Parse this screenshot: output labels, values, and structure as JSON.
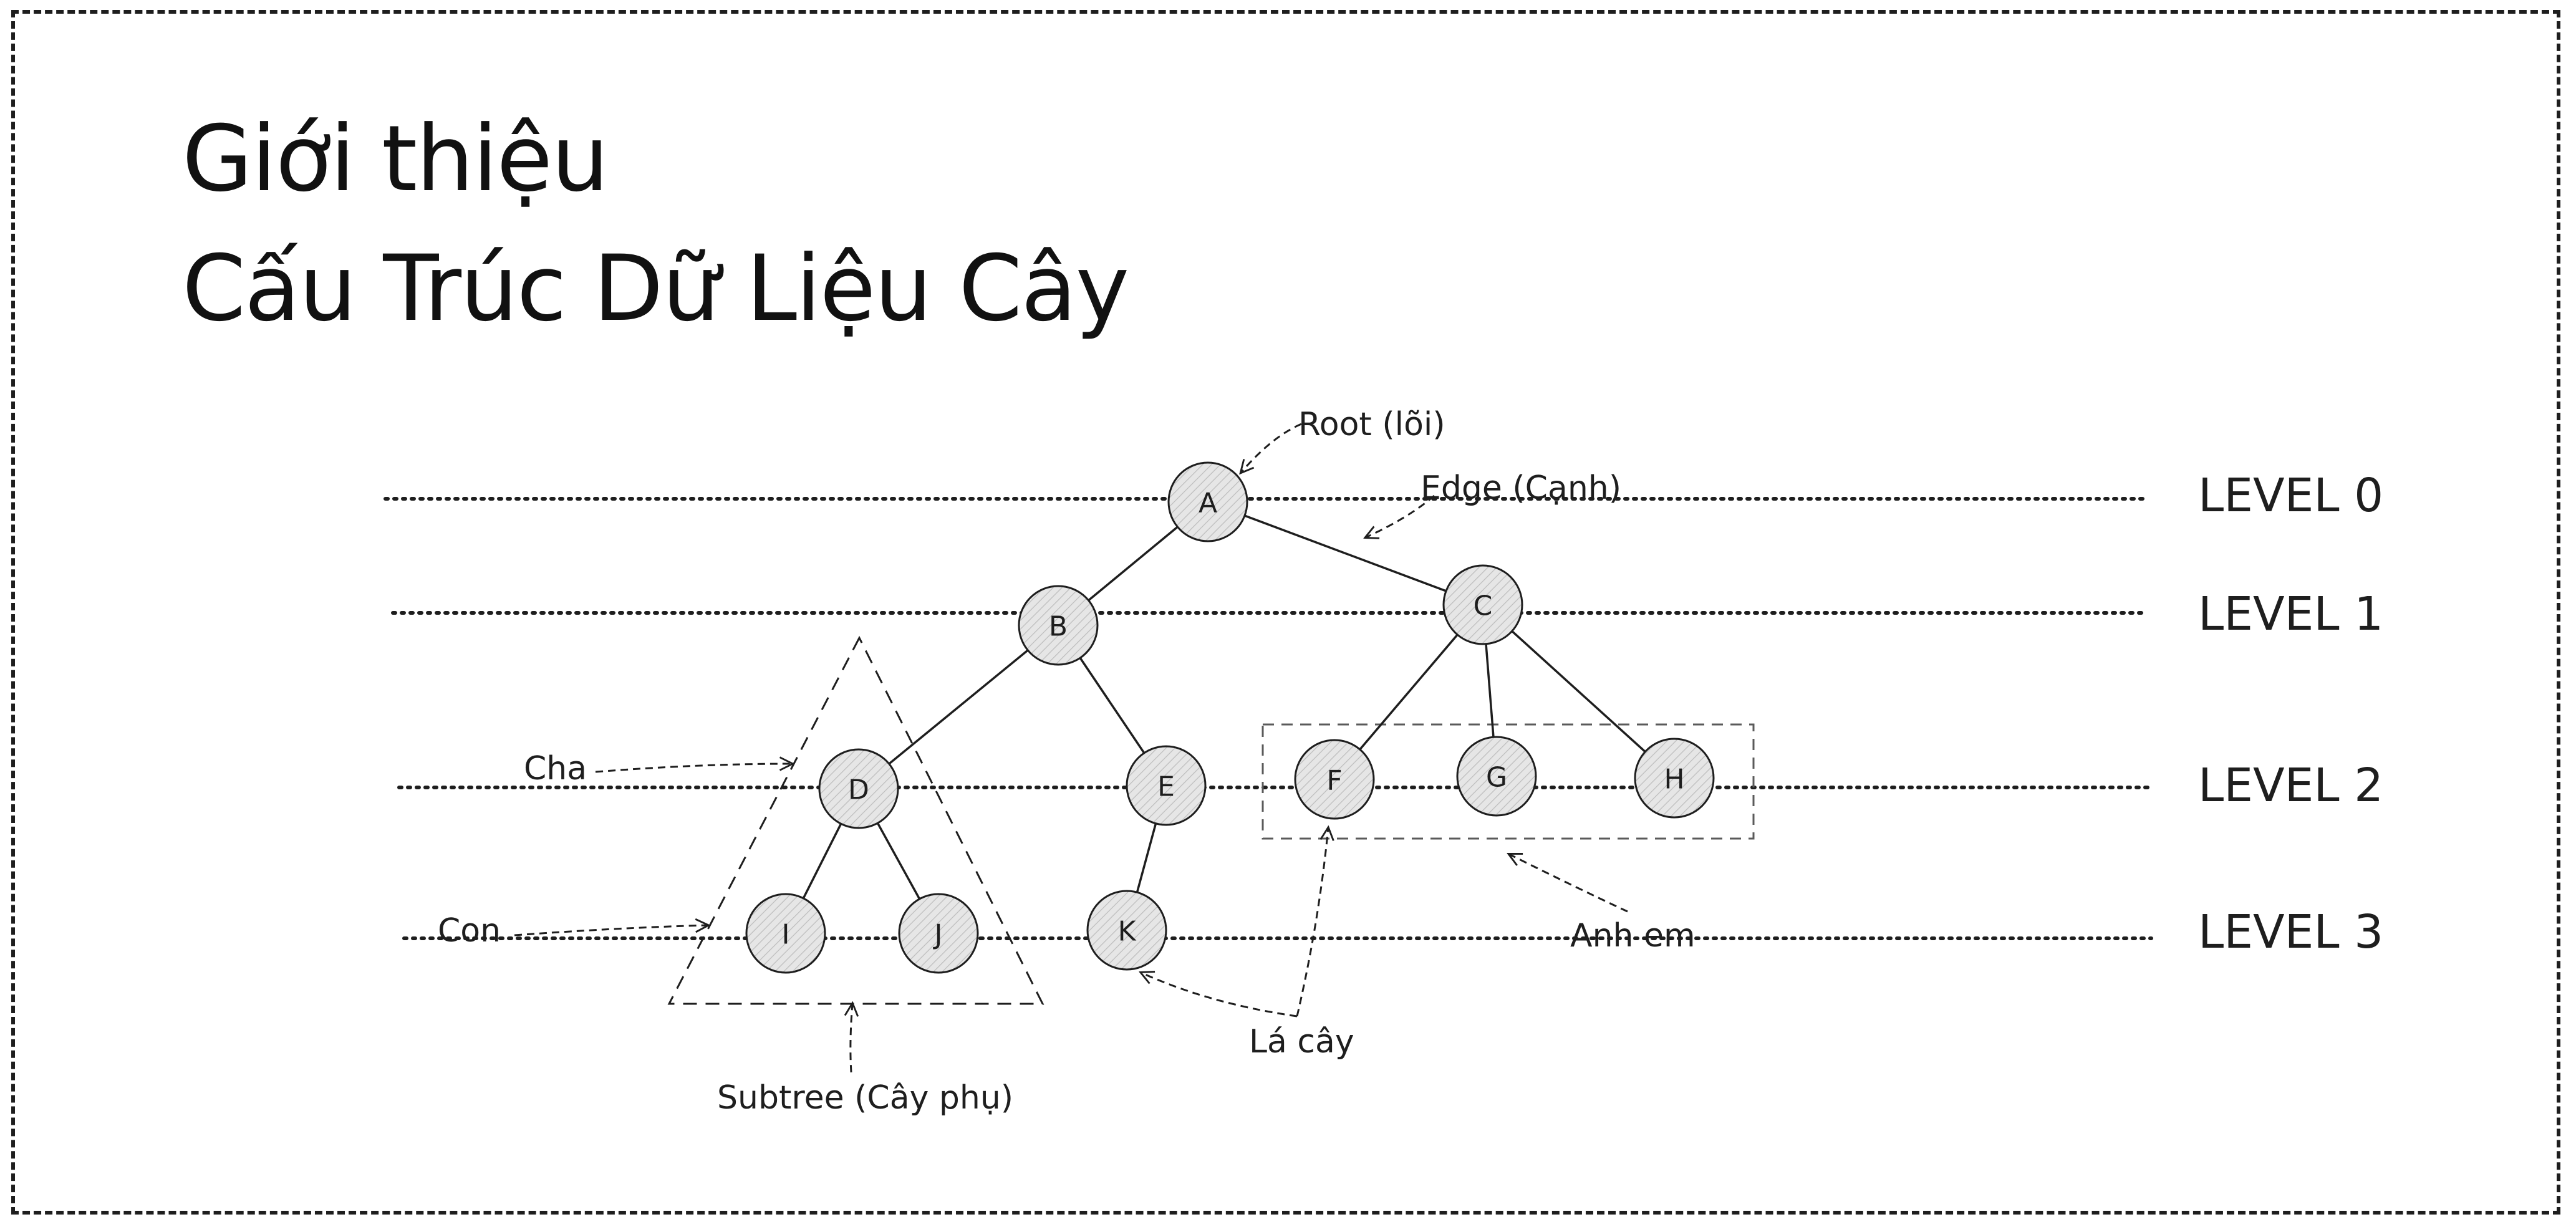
{
  "title": {
    "line1": "Giới thiệu",
    "line2": "Cấu Trúc Dữ Liệu Cây"
  },
  "levels": [
    "LEVEL 0",
    "LEVEL 1",
    "LEVEL 2",
    "LEVEL 3"
  ],
  "nodes": [
    "A",
    "B",
    "C",
    "D",
    "E",
    "F",
    "G",
    "H",
    "I",
    "J",
    "K"
  ],
  "edges": [
    [
      "A",
      "B"
    ],
    [
      "A",
      "C"
    ],
    [
      "B",
      "D"
    ],
    [
      "B",
      "E"
    ],
    [
      "C",
      "F"
    ],
    [
      "C",
      "G"
    ],
    [
      "C",
      "H"
    ],
    [
      "D",
      "I"
    ],
    [
      "D",
      "J"
    ],
    [
      "E",
      "K"
    ]
  ],
  "annotations": {
    "root": "Root (lõi)",
    "edge": "Edge (Cạnh)",
    "parent": "Cha",
    "child": "Con",
    "subtree": "Subtree (Cây phụ)",
    "leaf": "Lá cây",
    "siblings": "Anh em"
  },
  "colors": {
    "stroke": "#1e1e1e",
    "node_fill": "#e6e6e6"
  }
}
